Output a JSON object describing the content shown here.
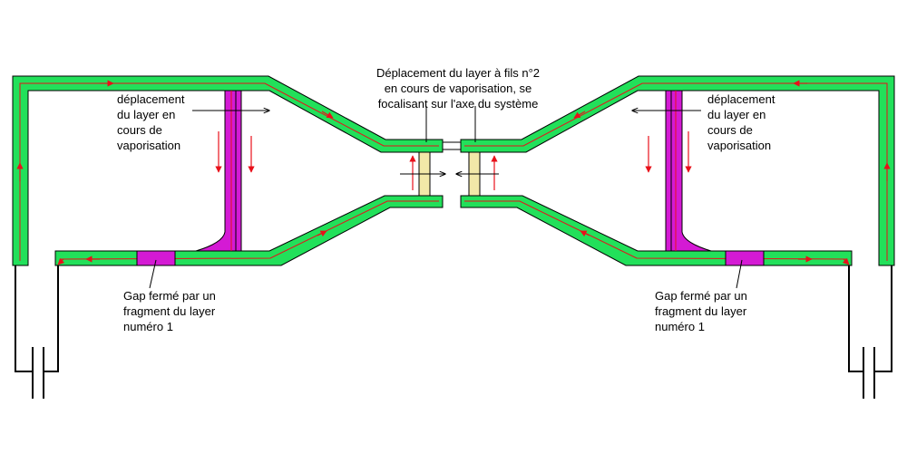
{
  "labels": {
    "center_top": "Déplacement du layer à fils n°2\nen cours de vaporisation, se\nfocalisant sur l'axe du système",
    "left_deplacement": "déplacement\ndu layer en\ncours de\nvaporisation",
    "right_deplacement": "déplacement\ndu layer en\ncours de\nvaporisation",
    "left_gap": "Gap fermé par un\nfragment du layer\nnuméro 1",
    "right_gap": "Gap fermé par un\nfragment du layer\nnuméro 1"
  },
  "colors": {
    "conductor": "#22e05a",
    "layer": "#d41ad4",
    "wire": "#f2e8a8",
    "current_arrow": "#e8101a",
    "outline": "#000000"
  }
}
